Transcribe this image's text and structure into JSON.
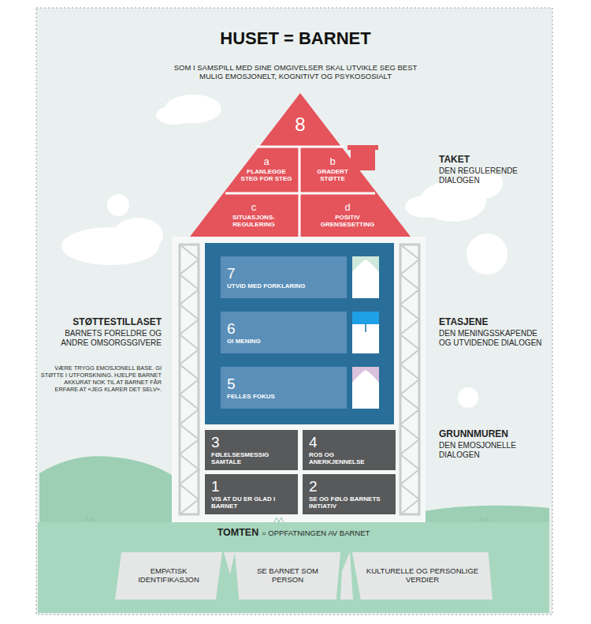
{
  "diagram": {
    "title": "HUSET = BARNET",
    "nodes": [
      {
        "text": [
          "8"
        ]
      },
      {
        "text": [
          "a",
          "PLANLEGGE STEG FOR STEG"
        ],
        "in": 0
      },
      {
        "text": [
          "b",
          "GRADERT STØTTE"
        ],
        "in": 0
      },
      {
        "text": [
          "c",
          "SITUASJONS- REGULERING"
        ],
        "in": 0
      },
      {
        "text": [
          "d",
          "POSITIV GRENSESETTING"
        ],
        "in": 0
      },
      {
        "text": [
          "7",
          "UTVID MED FORKLARING"
        ]
      },
      {
        "text": [
          "6",
          "GI MENING"
        ]
      },
      {
        "text": [
          "5",
          "FELLES FOKUS"
        ]
      },
      {
        "text": [
          "3",
          "FØLELSESMESSIG SAMTALE"
        ]
      },
      {
        "text": [
          "4",
          "ROS OG ANERKJENNELSE"
        ]
      },
      {
        "text": [
          "1",
          "VIS AT DU ER GLAD I BARNET"
        ]
      },
      {
        "text": [
          "2",
          "SE OG FØLG BARNETS INITIATIV"
        ]
      },
      {
        "text": [
          "TOMTEN",
          "= OPPFATNINGEN AV BARNET"
        ]
      },
      {
        "text": [
          "EMPATISK IDENTIFIKASJON"
        ],
        "in": 12
      },
      {
        "text": [
          "SE BARNET SOM PERSON"
        ],
        "in": 12
      },
      {
        "text": [
          "KULTURELLE OG PERSONLIGE VERDIER"
        ],
        "in": 12
      }
    ],
    "labels": [
      "SOM I SAMSPILL MED SINE OMGIVELSER SKAL UTVIKLE SEG BEST MULIG EMOSJONELT, KOGNITIVT OG PSYKOSOSIALT",
      "TAKET",
      "DEN REGULERENDE DIALOGEN",
      "STØTTESTILLASET",
      "BARNETS FORELDRE OG ANDRE OMSORGSGIVERE",
      "VÆRE TRYGG EMOSJONELL BASE. GI STØTTE I UTFORSKNING. HJELPE BARNET AKKURAT NOK TIL AT BARNET FÅR ERFARE AT «JEG KLARER DET SELV».",
      "ETASJENE",
      "DEN MENINGSSKAPENDE OG UTVIDENDE DIALOGEN",
      "GRUNNMUREN",
      "DEN EMOSJONELLE DIALOGEN"
    ]
  }
}
